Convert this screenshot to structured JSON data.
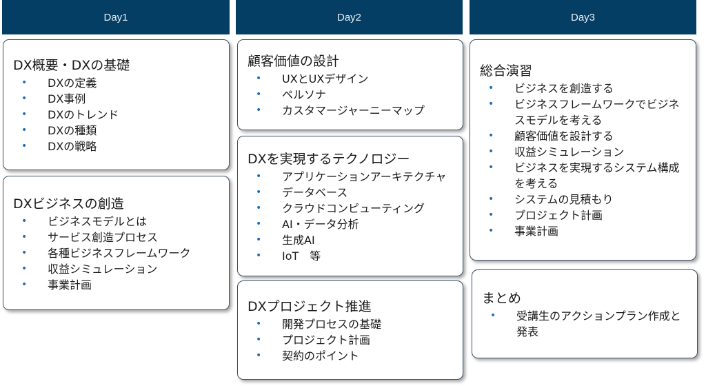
{
  "days": [
    {
      "label": "Day1",
      "sections": [
        {
          "title": "DX概要・DXの基礎",
          "items": [
            "DXの定義",
            "DX事例",
            "DXのトレンド",
            "DXの種類",
            "DXの戦略"
          ]
        },
        {
          "title": "DXビジネスの創造",
          "items": [
            "ビジネスモデルとは",
            "サービス創造プロセス",
            "各種ビジネスフレームワーク",
            "収益シミュレーション",
            "事業計画"
          ]
        }
      ]
    },
    {
      "label": "Day2",
      "sections": [
        {
          "title": "顧客価値の設計",
          "items": [
            "UXとUXデザイン",
            "ペルソナ",
            "カスタマージャーニーマップ"
          ]
        },
        {
          "title": "DXを実現するテクノロジー",
          "items": [
            "アプリケーションアーキテクチャ",
            "データベース",
            "クラウドコンピューティング",
            "AI・データ分析",
            "生成AI",
            "IoT　等"
          ]
        },
        {
          "title": "DXプロジェクト推進",
          "items": [
            "開発プロセスの基礎",
            "プロジェクト計画",
            "契約のポイント"
          ]
        }
      ]
    },
    {
      "label": "Day3",
      "sections": [
        {
          "title": "総合演習",
          "items": [
            "ビジネスを創造する",
            "ビジネスフレームワークでビジネスモデルを考える",
            "顧客価値を設計する",
            "収益シミュレーション",
            "ビジネスを実現するシステム構成を考える",
            "システムの見積もり",
            "プロジェクト計画",
            "事業計画"
          ]
        },
        {
          "title": "まとめ",
          "items": [
            "受講生のアクションプラン作成と発表"
          ]
        }
      ]
    }
  ]
}
